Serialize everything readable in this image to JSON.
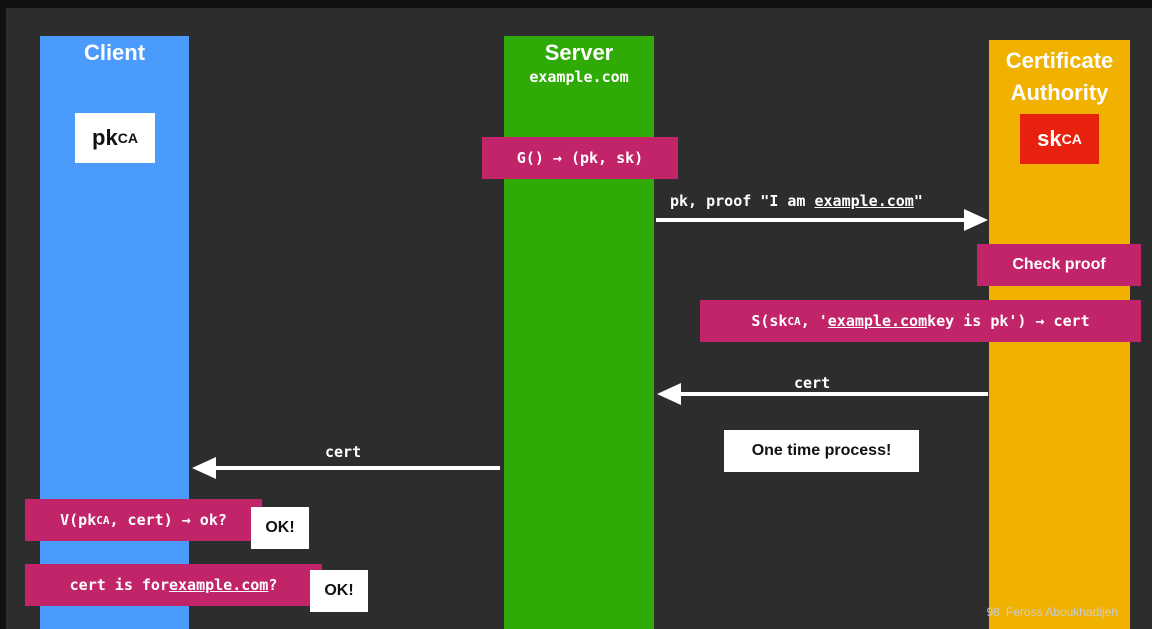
{
  "columns": {
    "client": {
      "title": "Client"
    },
    "server": {
      "title": "Server",
      "subtitle": "example.com"
    },
    "ca": {
      "title_line1": "Certificate",
      "title_line2": "Authority"
    }
  },
  "keys": {
    "client_key": {
      "base": "pk",
      "sub": "CA"
    },
    "ca_key": {
      "base": "sk",
      "sub": "CA"
    }
  },
  "steps": {
    "keygen": "G() → (pk, sk)",
    "send_label_pre": "pk, proof \"I am ",
    "send_label_domain": "example.com",
    "send_label_post": "\"",
    "check_proof": "Check proof",
    "sign_pre": "S(sk",
    "sign_sub": "CA",
    "sign_mid": ", '",
    "sign_domain": "example.com",
    "sign_post": " key is pk') → cert",
    "cert_back_label": "cert",
    "cert_to_client_label": "cert",
    "one_time": "One time process!",
    "verify_pre": "V(pk",
    "verify_sub": "CA",
    "verify_post": ", cert) → ok?",
    "verify_ok": "OK!",
    "check_domain_pre": "cert is for ",
    "check_domain_domain": "example.com",
    "check_domain_post": "?",
    "check_domain_ok": "OK!"
  },
  "footer": {
    "page": "98",
    "author": "Feross Aboukhadijeh"
  },
  "colors": {
    "client": "#4a9bfc",
    "server": "#2faa06",
    "ca": "#f0b100",
    "pink": "#c2246a",
    "ca_key_red": "#e8200e",
    "background": "#2d2d2d"
  }
}
